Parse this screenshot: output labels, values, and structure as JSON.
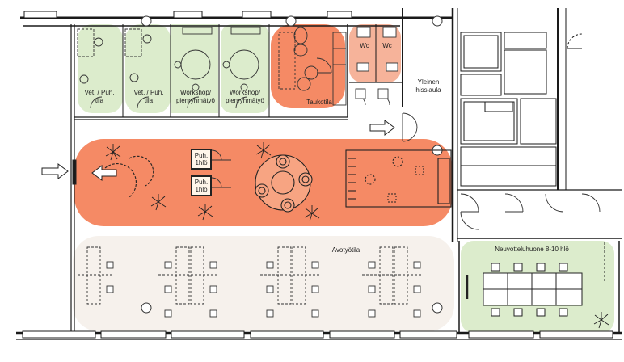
{
  "plan": {
    "colors": {
      "green_zone": "#dceccc",
      "orange_zone": "#f58a65",
      "light_orange_zone": "#f6b39a",
      "beige_zone": "#f6f1ec",
      "wall": "#1a1a1a",
      "line": "#333333"
    },
    "rooms": {
      "vet_puh_1": [
        "Vet. / Puh.",
        "tila"
      ],
      "vet_puh_2": [
        "Vet. / Puh.",
        "tila"
      ],
      "workshop_1": [
        "Workshop/",
        "pienryhmätyö"
      ],
      "workshop_2": [
        "Workshop/",
        "pienryhmätyö"
      ],
      "taukotila": "Taukotila",
      "wc_1": "Wc",
      "wc_2": "Wc",
      "yleinen_hissiaula": [
        "Yleinen",
        "hissiaula"
      ],
      "avotyotila": "Avotyötila",
      "neuvotteluhuone": "Neuvotteluhuone 8-10 hlö"
    },
    "booths": [
      [
        "Puh.",
        "1hlö"
      ],
      [
        "Puh.",
        "1hlö"
      ]
    ],
    "icons": [
      "entrance-arrow-icon",
      "entrance-arrow-icon",
      "entrance-arrow-icon",
      "plant-icon",
      "chair-icon",
      "table-icon",
      "door-swing-icon"
    ]
  }
}
